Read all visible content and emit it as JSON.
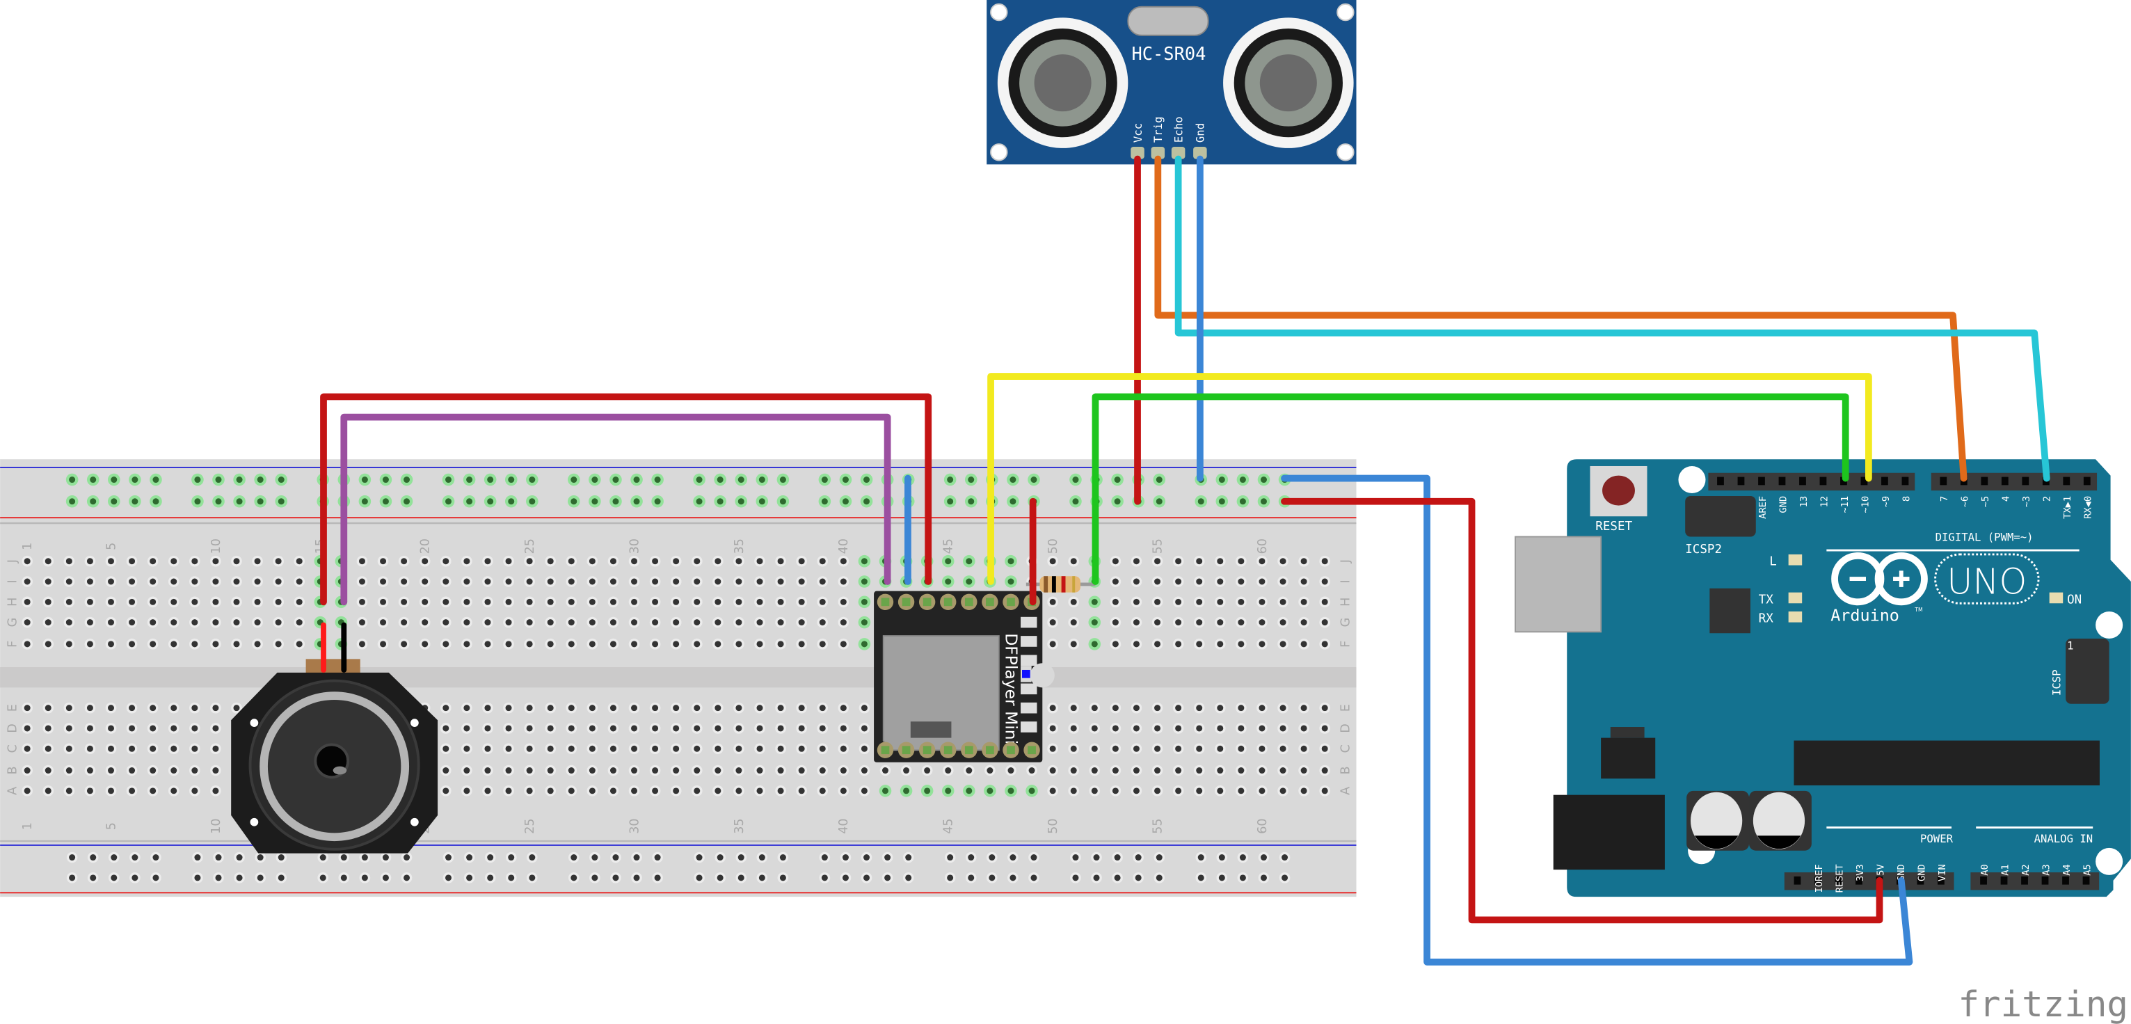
{
  "sensor": {
    "name": "HC-SR04",
    "pins": [
      "Vcc",
      "Trig",
      "Echo",
      "Gnd"
    ]
  },
  "dfplayer": {
    "name": "DFPlayer Mini"
  },
  "breadboard": {
    "row_letters_top": [
      "J",
      "I",
      "H",
      "G",
      "F"
    ],
    "row_letters_bottom": [
      "E",
      "D",
      "C",
      "B",
      "A"
    ],
    "column_numbers": [
      "1",
      "5",
      "10",
      "15",
      "20",
      "25",
      "30",
      "35",
      "40",
      "45",
      "50",
      "55",
      "60"
    ]
  },
  "arduino": {
    "reset_label": "RESET",
    "icsp2_label": "ICSP2",
    "digital_pins": [
      "",
      "",
      "AREF",
      "GND",
      "13",
      "12",
      "~11",
      "~10",
      "~9",
      "8",
      "7",
      "~6",
      "~5",
      "4",
      "~3",
      "2",
      "TX▶1",
      "RX◀0"
    ],
    "digital_label": "DIGITAL (PWM=~)",
    "led_l": "L",
    "led_tx": "TX",
    "led_rx": "RX",
    "led_on": "ON",
    "brand": "Arduino",
    "trademark": "TM",
    "model": "UNO",
    "icsp_label": "ICSP",
    "icsp_pin1": "1",
    "power_label": "POWER",
    "power_pins": [
      "",
      "IOREF",
      "RESET",
      "3V3",
      "5V",
      "GND",
      "GND",
      "VIN"
    ],
    "analog_label": "ANALOG IN",
    "analog_pins": [
      "A0",
      "A1",
      "A2",
      "A3",
      "A4",
      "A5"
    ]
  },
  "logo": "fritzing",
  "colors": {
    "arduino_board": "#147290",
    "sensor_board": "#17508a",
    "breadboard": "#d9d9d9",
    "wire_red": "#c41414",
    "wire_orange": "#e06a1a",
    "wire_cyan": "#27c6d6",
    "wire_blue": "#3b86d6",
    "wire_yellow": "#f2ea1f",
    "wire_green": "#1ec51e",
    "wire_purple": "#9b4fa0"
  }
}
